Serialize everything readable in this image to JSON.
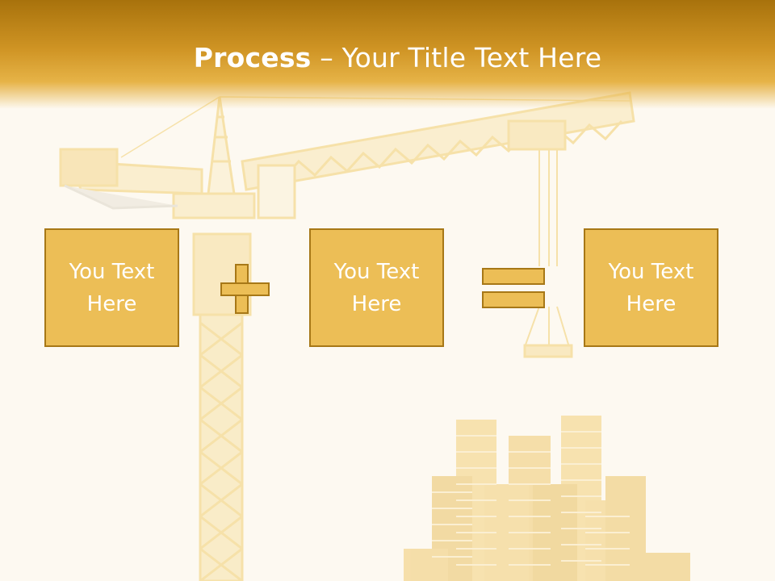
{
  "title": {
    "bold": "Process",
    "rest": " – Your Title Text Here"
  },
  "boxes": [
    {
      "text": "You Text Here"
    },
    {
      "text": "You Text Here"
    },
    {
      "text": "You Text Here"
    }
  ],
  "operators": [
    "plus-icon",
    "equals-icon"
  ],
  "colors": {
    "header_top": "#a8720c",
    "header_bottom": "#e6b347",
    "box_fill": "#ecbe56",
    "box_border": "#a77817",
    "background": "#fdf9f1"
  }
}
